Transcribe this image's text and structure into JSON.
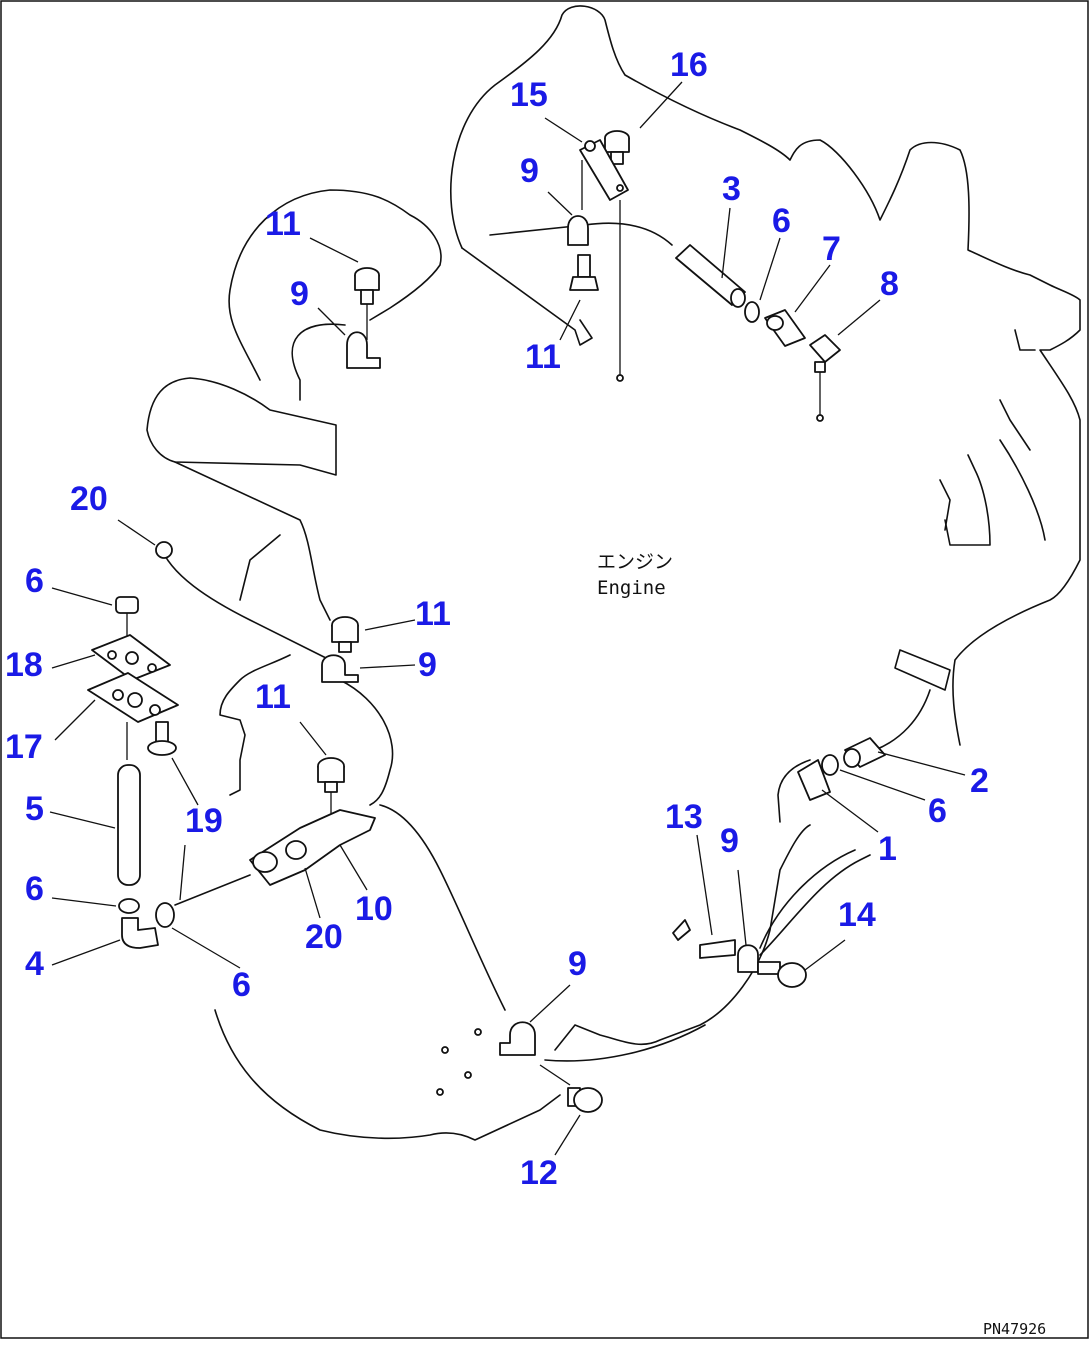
{
  "diagram": {
    "engine_label_jp": "エンジン",
    "engine_label_en": "Engine",
    "drawing_number": "PN47926",
    "callouts": [
      {
        "id": "c16",
        "text": "16"
      },
      {
        "id": "c15",
        "text": "15"
      },
      {
        "id": "c9a",
        "text": "9"
      },
      {
        "id": "c3",
        "text": "3"
      },
      {
        "id": "c6a",
        "text": "6"
      },
      {
        "id": "c7",
        "text": "7"
      },
      {
        "id": "c8",
        "text": "8"
      },
      {
        "id": "c11a",
        "text": "11"
      },
      {
        "id": "c9b",
        "text": "9"
      },
      {
        "id": "c11b",
        "text": "11"
      },
      {
        "id": "c20a",
        "text": "20"
      },
      {
        "id": "c6b",
        "text": "6"
      },
      {
        "id": "c18",
        "text": "18"
      },
      {
        "id": "c11c",
        "text": "11"
      },
      {
        "id": "c9c",
        "text": "9"
      },
      {
        "id": "c17",
        "text": "17"
      },
      {
        "id": "c11d",
        "text": "11"
      },
      {
        "id": "c5",
        "text": "5"
      },
      {
        "id": "c19",
        "text": "19"
      },
      {
        "id": "c2",
        "text": "2"
      },
      {
        "id": "c6c",
        "text": "6"
      },
      {
        "id": "c1",
        "text": "1"
      },
      {
        "id": "c13",
        "text": "13"
      },
      {
        "id": "c9d",
        "text": "9"
      },
      {
        "id": "c6d",
        "text": "6"
      },
      {
        "id": "c10",
        "text": "10"
      },
      {
        "id": "c20b",
        "text": "20"
      },
      {
        "id": "c14",
        "text": "14"
      },
      {
        "id": "c4",
        "text": "4"
      },
      {
        "id": "c6e",
        "text": "6"
      },
      {
        "id": "c9e",
        "text": "9"
      },
      {
        "id": "c12",
        "text": "12"
      }
    ]
  }
}
